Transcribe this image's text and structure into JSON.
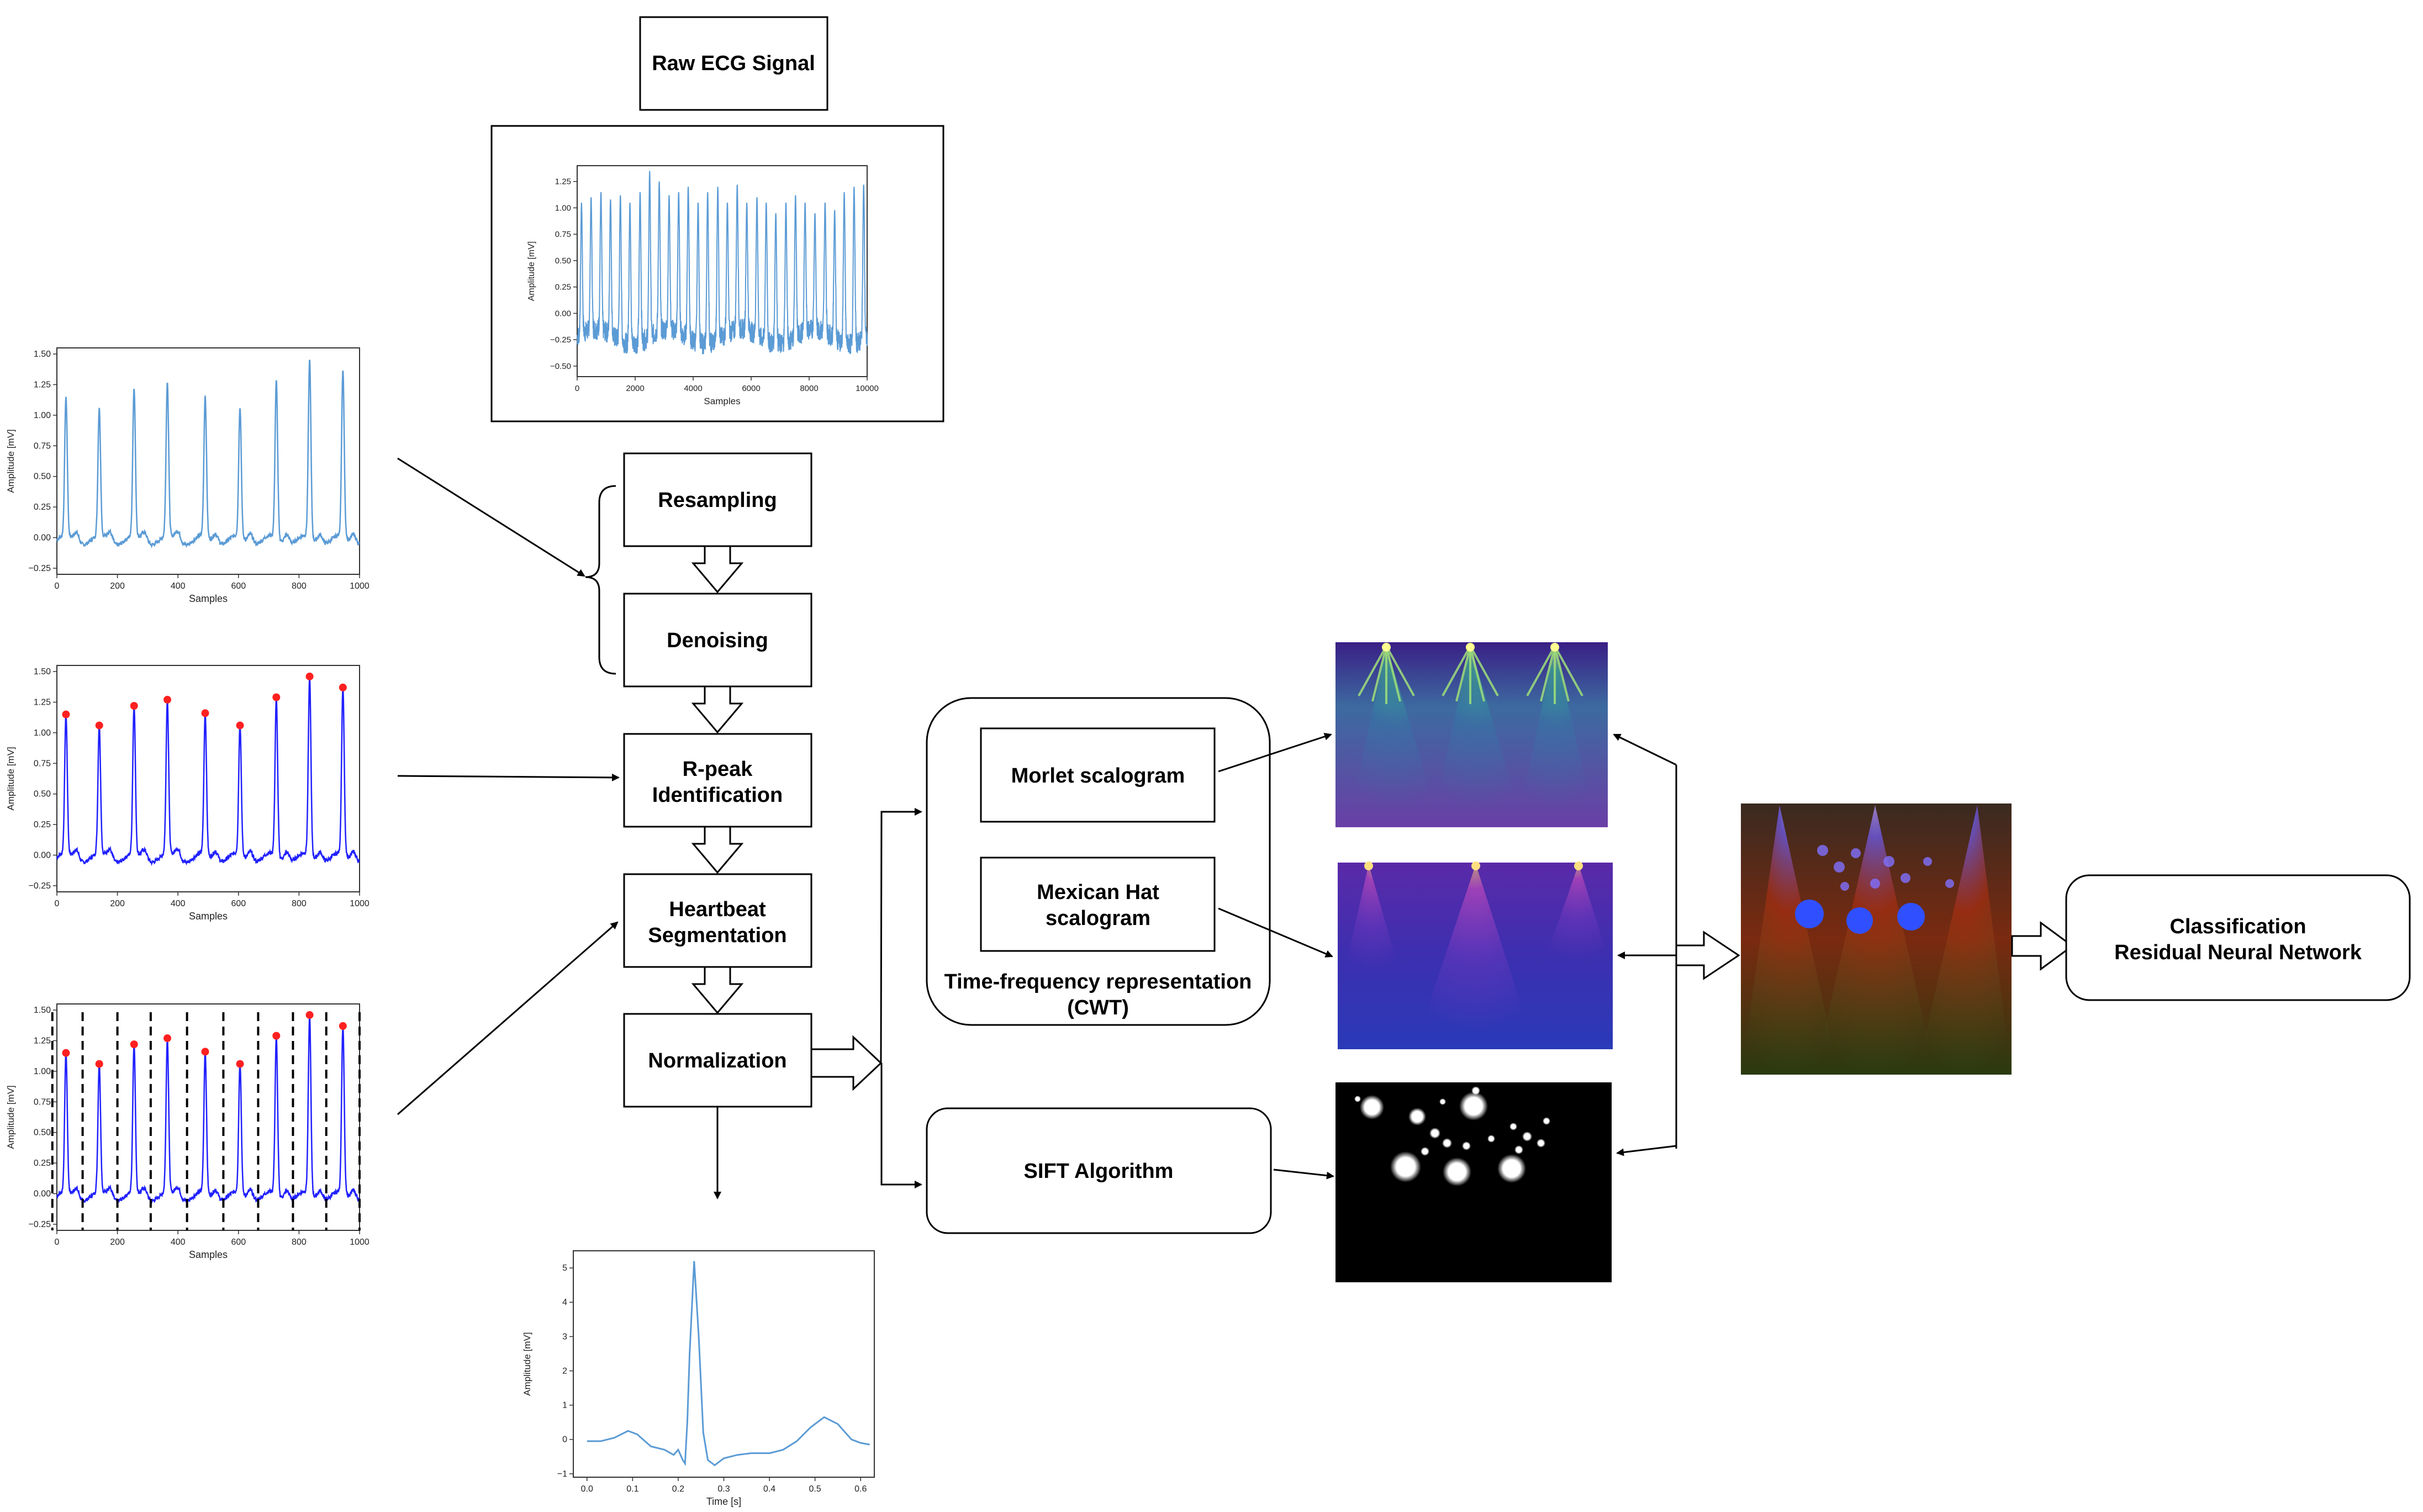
{
  "boxes": {
    "raw": "Raw ECG Signal",
    "resampling": "Resampling",
    "denoising": "Denoising",
    "rpeak": [
      "R-peak",
      "Identification"
    ],
    "segmentation": [
      "Heartbeat",
      "Segmentation"
    ],
    "normalization": "Normalization",
    "morlet": "Morlet scalogram",
    "mexican": [
      "Mexican Hat",
      "scalogram"
    ],
    "tfr": [
      "Time-frequency representation",
      "(CWT)"
    ],
    "sift": "SIFT Algorithm",
    "classification": [
      "Classification",
      "Residual Neural Network"
    ]
  },
  "colors": {
    "ecg": "#5b9bd5",
    "ecg_blue": "#2020ff",
    "peak": "#ff2020",
    "scalogram_bg": "#4a2a8a",
    "sift_bg": "#000000"
  },
  "chart_data": [
    {
      "id": "raw",
      "type": "line",
      "xlabel": "Samples",
      "ylabel": "Amplitude [mV]",
      "xticks": [
        0,
        2000,
        4000,
        6000,
        8000,
        10000
      ],
      "yticks": [
        -0.5,
        -0.25,
        0.0,
        0.25,
        0.5,
        0.75,
        1.0,
        1.25
      ],
      "xlim": [
        0,
        10000
      ],
      "ylim": [
        -0.6,
        1.4
      ],
      "peaks_x": [
        150,
        480,
        820,
        1150,
        1490,
        1820,
        2170,
        2500,
        2830,
        3170,
        3500,
        3830,
        4170,
        4500,
        4850,
        5180,
        5520,
        5850,
        6200,
        6520,
        6850,
        7200,
        7530,
        7860,
        8200,
        8550,
        8880,
        9210,
        9550,
        9880
      ],
      "peaks_y": [
        1.05,
        1.1,
        1.15,
        1.08,
        1.12,
        1.05,
        1.15,
        1.35,
        1.25,
        1.12,
        1.15,
        1.2,
        1.05,
        1.15,
        1.2,
        1.05,
        1.22,
        1.05,
        1.1,
        1.05,
        0.95,
        1.05,
        1.12,
        1.05,
        0.95,
        1.05,
        0.98,
        1.15,
        1.2,
        1.22
      ]
    },
    {
      "id": "resampled",
      "type": "line",
      "xlabel": "Samples",
      "ylabel": "Amplitude [mV]",
      "xticks": [
        0,
        200,
        400,
        600,
        800,
        1000
      ],
      "yticks": [
        -0.25,
        0.0,
        0.25,
        0.5,
        0.75,
        1.0,
        1.25,
        1.5
      ],
      "xlim": [
        0,
        1000
      ],
      "ylim": [
        -0.3,
        1.55
      ],
      "peaks_x": [
        30,
        140,
        255,
        365,
        490,
        605,
        725,
        835,
        945
      ],
      "peaks_y": [
        1.15,
        1.06,
        1.22,
        1.27,
        1.16,
        1.06,
        1.29,
        1.46,
        1.37
      ]
    },
    {
      "id": "rpeaks",
      "type": "line",
      "xlabel": "Samples",
      "ylabel": "Amplitude [mV]",
      "xticks": [
        0,
        200,
        400,
        600,
        800,
        1000
      ],
      "yticks": [
        -0.25,
        0.0,
        0.25,
        0.5,
        0.75,
        1.0,
        1.25,
        1.5
      ],
      "xlim": [
        0,
        1000
      ],
      "ylim": [
        -0.3,
        1.55
      ],
      "peaks_x": [
        30,
        140,
        255,
        365,
        490,
        605,
        725,
        835,
        945
      ],
      "peaks_y": [
        1.15,
        1.06,
        1.22,
        1.27,
        1.16,
        1.06,
        1.29,
        1.46,
        1.37
      ]
    },
    {
      "id": "segments",
      "type": "line",
      "xlabel": "Samples",
      "ylabel": "Amplitude [mV]",
      "xticks": [
        0,
        200,
        400,
        600,
        800,
        1000
      ],
      "yticks": [
        -0.25,
        0.0,
        0.25,
        0.5,
        0.75,
        1.0,
        1.25,
        1.5
      ],
      "xlim": [
        0,
        1000
      ],
      "ylim": [
        -0.3,
        1.55
      ],
      "peaks_x": [
        30,
        140,
        255,
        365,
        490,
        605,
        725,
        835,
        945
      ],
      "peaks_y": [
        1.15,
        1.06,
        1.22,
        1.27,
        1.16,
        1.06,
        1.29,
        1.46,
        1.37
      ],
      "segment_bounds": [
        -15,
        85,
        200,
        310,
        430,
        550,
        665,
        780,
        890,
        1000
      ]
    },
    {
      "id": "heartbeat",
      "type": "line",
      "xlabel": "Time [s]",
      "ylabel": "Amplitude [mV]",
      "xticks": [
        0.0,
        0.1,
        0.2,
        0.3,
        0.4,
        0.5,
        0.6
      ],
      "yticks": [
        -1,
        0,
        1,
        2,
        3,
        4,
        5
      ],
      "xlim": [
        -0.03,
        0.63
      ],
      "ylim": [
        -1.1,
        5.5
      ],
      "x": [
        0.0,
        0.03,
        0.06,
        0.09,
        0.11,
        0.14,
        0.17,
        0.19,
        0.2,
        0.21,
        0.215,
        0.22,
        0.225,
        0.235,
        0.245,
        0.255,
        0.265,
        0.28,
        0.3,
        0.33,
        0.36,
        0.4,
        0.43,
        0.46,
        0.49,
        0.52,
        0.55,
        0.58,
        0.6,
        0.62
      ],
      "y": [
        -0.05,
        -0.05,
        0.05,
        0.25,
        0.15,
        -0.2,
        -0.3,
        -0.45,
        -0.3,
        -0.6,
        -0.7,
        0.5,
        2.5,
        5.2,
        3.0,
        0.2,
        -0.6,
        -0.75,
        -0.55,
        -0.45,
        -0.4,
        -0.4,
        -0.3,
        -0.05,
        0.35,
        0.65,
        0.45,
        0.0,
        -0.1,
        -0.15
      ]
    }
  ]
}
